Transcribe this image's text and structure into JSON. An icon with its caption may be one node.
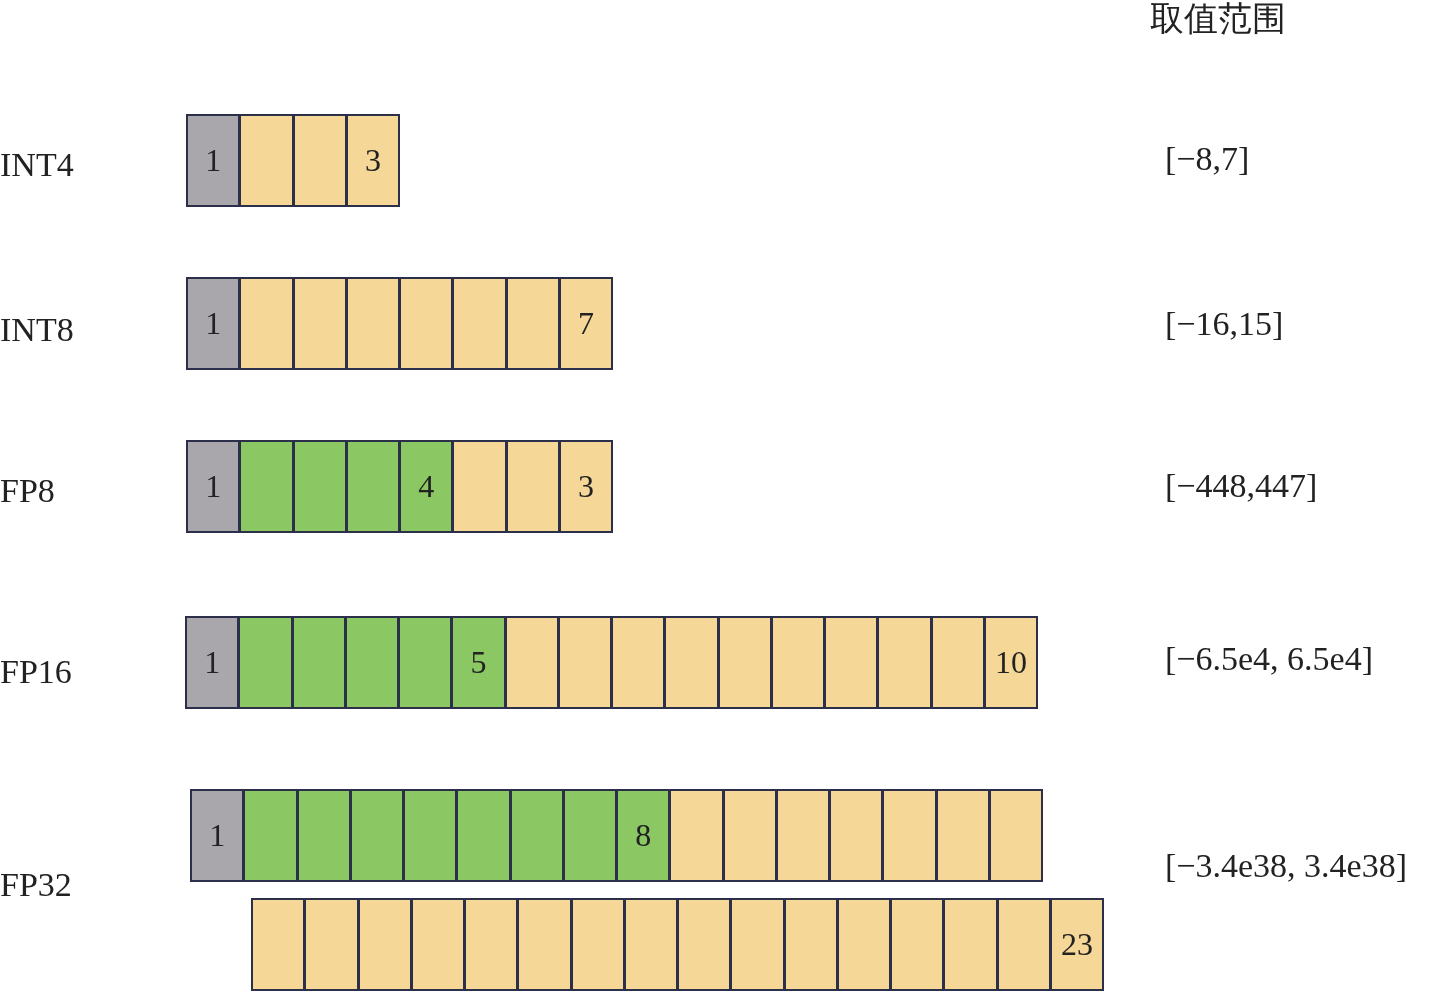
{
  "diagram": {
    "nodes": [
      {
        "text": [
          "1"
        ]
      },
      {
        "text": [],
        "shape": "box"
      },
      {
        "text": [],
        "shape": "box"
      },
      {
        "text": [
          "3"
        ]
      },
      {
        "text": [
          "1"
        ]
      },
      {
        "text": [],
        "shape": "box"
      },
      {
        "text": [],
        "shape": "box"
      },
      {
        "text": [],
        "shape": "box"
      },
      {
        "text": [],
        "shape": "box"
      },
      {
        "text": [],
        "shape": "box"
      },
      {
        "text": [],
        "shape": "box"
      },
      {
        "text": [
          "7"
        ]
      },
      {
        "text": [
          "1"
        ]
      },
      {
        "text": [],
        "shape": "box"
      },
      {
        "text": [],
        "shape": "box"
      },
      {
        "text": [],
        "shape": "box"
      },
      {
        "text": [
          "4"
        ]
      },
      {
        "text": [],
        "shape": "box"
      },
      {
        "text": [],
        "shape": "box"
      },
      {
        "text": [
          "3"
        ]
      },
      {
        "text": [
          "1"
        ]
      },
      {
        "text": [],
        "shape": "box"
      },
      {
        "text": [],
        "shape": "box"
      },
      {
        "text": [],
        "shape": "box"
      },
      {
        "text": [],
        "shape": "box"
      },
      {
        "text": [
          "5"
        ]
      },
      {
        "text": [],
        "shape": "box"
      },
      {
        "text": [],
        "shape": "box"
      },
      {
        "text": [],
        "shape": "box"
      },
      {
        "text": [],
        "shape": "box"
      },
      {
        "text": [],
        "shape": "box"
      },
      {
        "text": [],
        "shape": "box"
      },
      {
        "text": [],
        "shape": "box"
      },
      {
        "text": [],
        "shape": "box"
      },
      {
        "text": [],
        "shape": "box"
      },
      {
        "text": [
          "10"
        ]
      },
      {
        "text": [
          "1"
        ]
      },
      {
        "text": [],
        "shape": "box"
      },
      {
        "text": [],
        "shape": "box"
      },
      {
        "text": [],
        "shape": "box"
      },
      {
        "text": [],
        "shape": "box"
      },
      {
        "text": [],
        "shape": "box"
      },
      {
        "text": [],
        "shape": "box"
      },
      {
        "text": [],
        "shape": "box"
      },
      {
        "text": [
          "8"
        ]
      },
      {
        "text": [],
        "shape": "box"
      },
      {
        "text": [],
        "shape": "box"
      },
      {
        "text": [],
        "shape": "box"
      },
      {
        "text": [],
        "shape": "box"
      },
      {
        "text": [],
        "shape": "box"
      },
      {
        "text": [],
        "shape": "box"
      },
      {
        "text": [],
        "shape": "box"
      },
      {
        "text": [],
        "shape": "box"
      },
      {
        "text": [],
        "shape": "box"
      },
      {
        "text": [],
        "shape": "box"
      },
      {
        "text": [],
        "shape": "box"
      },
      {
        "text": [],
        "shape": "box"
      },
      {
        "text": [],
        "shape": "box"
      },
      {
        "text": [],
        "shape": "box"
      },
      {
        "text": [],
        "shape": "box"
      },
      {
        "text": [],
        "shape": "box"
      },
      {
        "text": [],
        "shape": "box"
      },
      {
        "text": [],
        "shape": "box"
      },
      {
        "text": [],
        "shape": "box"
      },
      {
        "text": [],
        "shape": "box"
      },
      {
        "text": [],
        "shape": "box"
      },
      {
        "text": [],
        "shape": "box"
      },
      {
        "text": [
          "23"
        ]
      }
    ],
    "labels": [
      "取值范围",
      "INT4",
      "[−8,7]",
      "INT8",
      "[−16,15]",
      "FP8",
      "[−448,447]",
      "FP16",
      "[−6.5e4, 6.5e4]",
      "FP32",
      "[−3.4e38, 3.4e38]"
    ]
  }
}
